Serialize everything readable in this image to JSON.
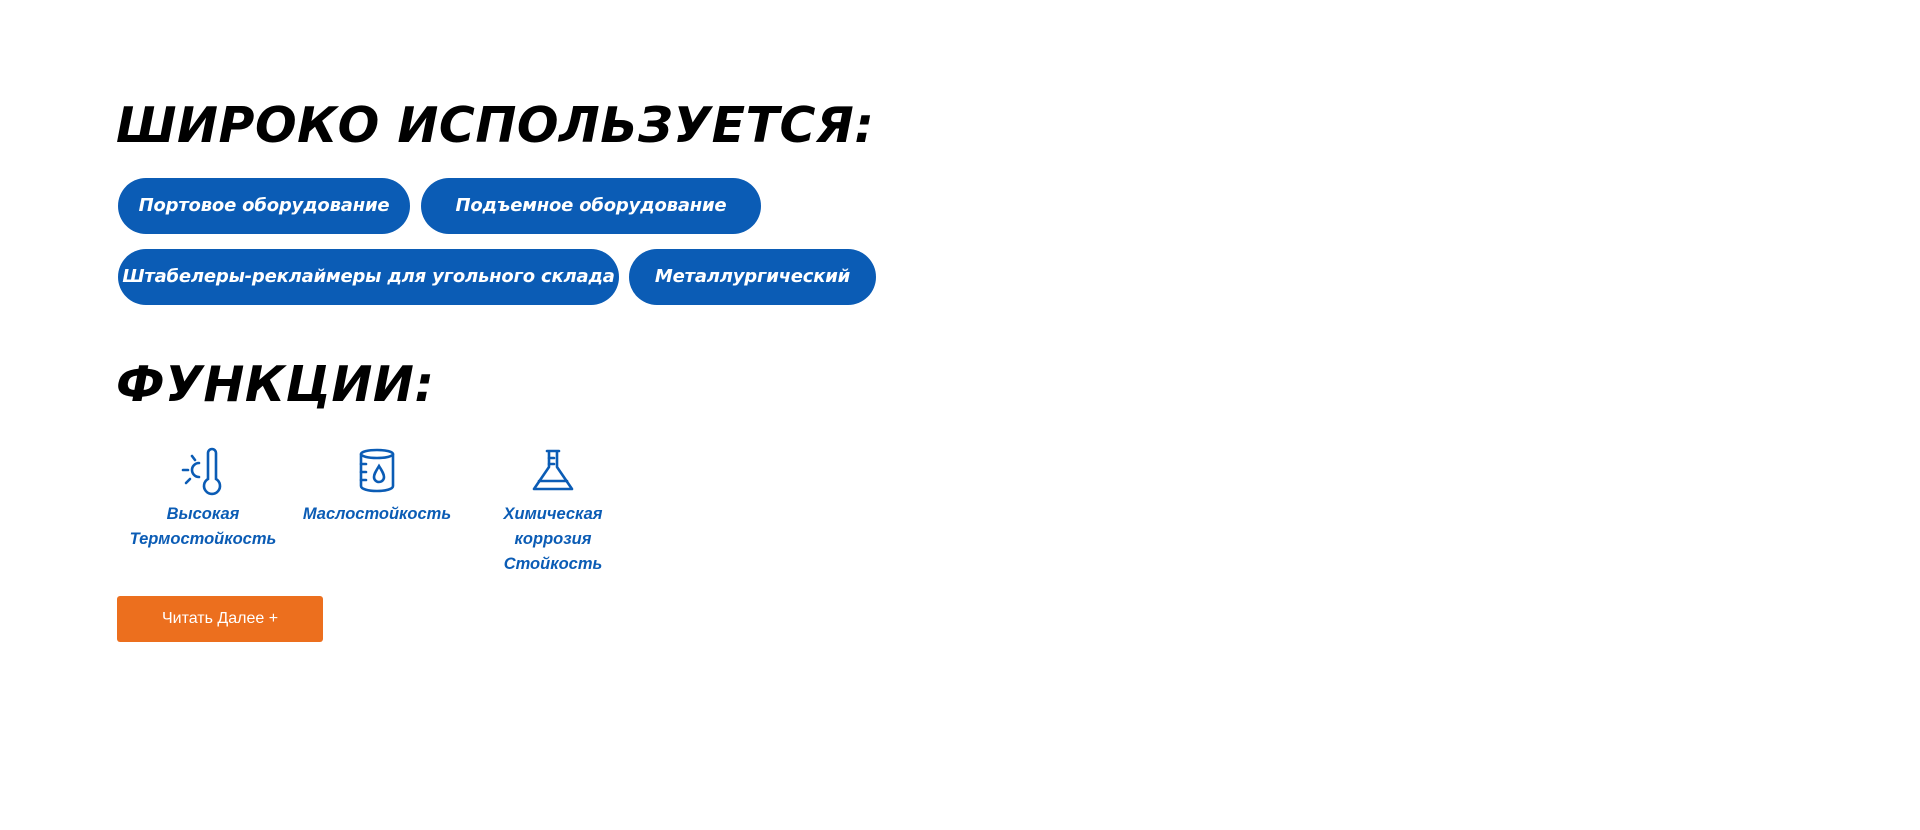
{
  "uses": {
    "heading": "ШИРОКО ИСПОЛЬЗУЕТСЯ:",
    "tags": [
      "Портовое оборудование",
      "Подъемное оборудование",
      "Штабелеры-реклаймеры для угольного склада",
      "Металлургический"
    ]
  },
  "functions": {
    "heading": "ФУНКЦИИ:",
    "items": [
      {
        "icon": "thermometer-sun-icon",
        "line1": "Высокая",
        "line2": "Термостойкость"
      },
      {
        "icon": "oil-barrel-icon",
        "line1": "Маслостойкость",
        "line2": ""
      },
      {
        "icon": "chemical-flask-icon",
        "line1": "Химическая коррозия",
        "line2": "Стойкость"
      }
    ]
  },
  "read_more": {
    "label": "Читать Далее +"
  },
  "colors": {
    "pill": "#0b5cb5",
    "feature_text": "#0b5cb5",
    "button": "#ec6f1e",
    "heading": "#000000"
  }
}
